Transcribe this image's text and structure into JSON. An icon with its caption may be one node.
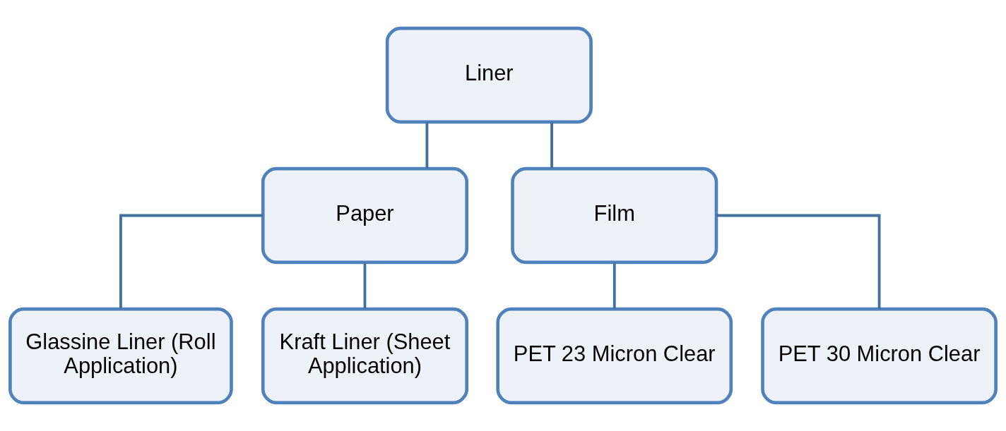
{
  "diagram": {
    "nodes": [
      {
        "text": [
          "Liner"
        ]
      },
      {
        "text": [
          "Paper"
        ]
      },
      {
        "text": [
          "Film"
        ]
      },
      {
        "text": [
          "Glassine Liner (Roll Application)"
        ]
      },
      {
        "text": [
          "Kraft Liner (Sheet Application)"
        ]
      },
      {
        "text": [
          "PET 23 Micron Clear"
        ]
      },
      {
        "text": [
          "PET 30 Micron Clear"
        ]
      }
    ],
    "edges": [
      {
        "from": 0,
        "to": 1,
        "arrow": "none"
      },
      {
        "from": 0,
        "to": 2,
        "arrow": "none"
      },
      {
        "from": 1,
        "to": 3,
        "arrow": "none"
      },
      {
        "from": 1,
        "to": 4,
        "arrow": "none"
      },
      {
        "from": 2,
        "to": 5,
        "arrow": "none"
      },
      {
        "from": 2,
        "to": 6,
        "arrow": "none"
      }
    ]
  }
}
